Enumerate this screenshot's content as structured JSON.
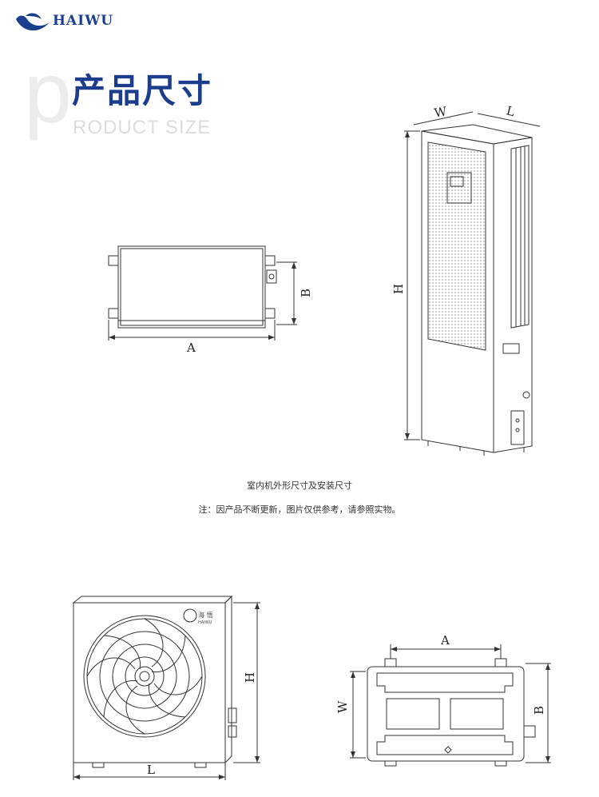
{
  "brand": {
    "name": "HAIWU",
    "icon": "wave-logo-icon",
    "color": "#1b3f8f"
  },
  "heading": {
    "letter": "p",
    "title": "产品尺寸",
    "subtitle": "RODUCT SIZE",
    "title_color": "#1c3c8e"
  },
  "indoor_top_view": {
    "width_label": "A",
    "height_label": "B"
  },
  "indoor_front_view": {
    "width_label": "W",
    "depth_label": "L",
    "height_label": "H"
  },
  "captions": {
    "line1": "室内机外形尺寸及安装尺寸",
    "line2": "注：因产品不断更新，图片仅供参考，请参照实物。"
  },
  "outdoor_front_view": {
    "logo_text_cn": "海 悟",
    "logo_text_en": "HAIWU",
    "width_label": "L",
    "height_label": "H"
  },
  "outdoor_base_view": {
    "width_label": "A",
    "depth_label": "W",
    "height_label": "B"
  }
}
